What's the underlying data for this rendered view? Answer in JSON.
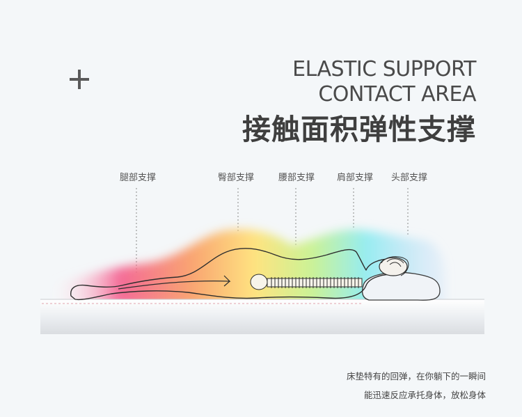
{
  "heading": {
    "en_line1": "ELASTIC SUPPORT",
    "en_line2": "CONTACT AREA",
    "cn": "接触面积弹性支撑"
  },
  "support_labels": [
    "腿部支撑",
    "臀部支撑",
    "腰部支撑",
    "肩部支撑",
    "头部支撑"
  ],
  "description": {
    "line1": "床垫特有的回弹，在你躺下的一瞬间",
    "line2": "能迅速反应承托身体，放松身体"
  },
  "colors": {
    "heading": "#4a4a4a",
    "gradient": [
      "#f45b8c",
      "#f9a06a",
      "#ffe27a",
      "#c8f28a",
      "#8cecf0",
      "#b7d4f7"
    ]
  },
  "icons": [
    "plus-icon"
  ]
}
